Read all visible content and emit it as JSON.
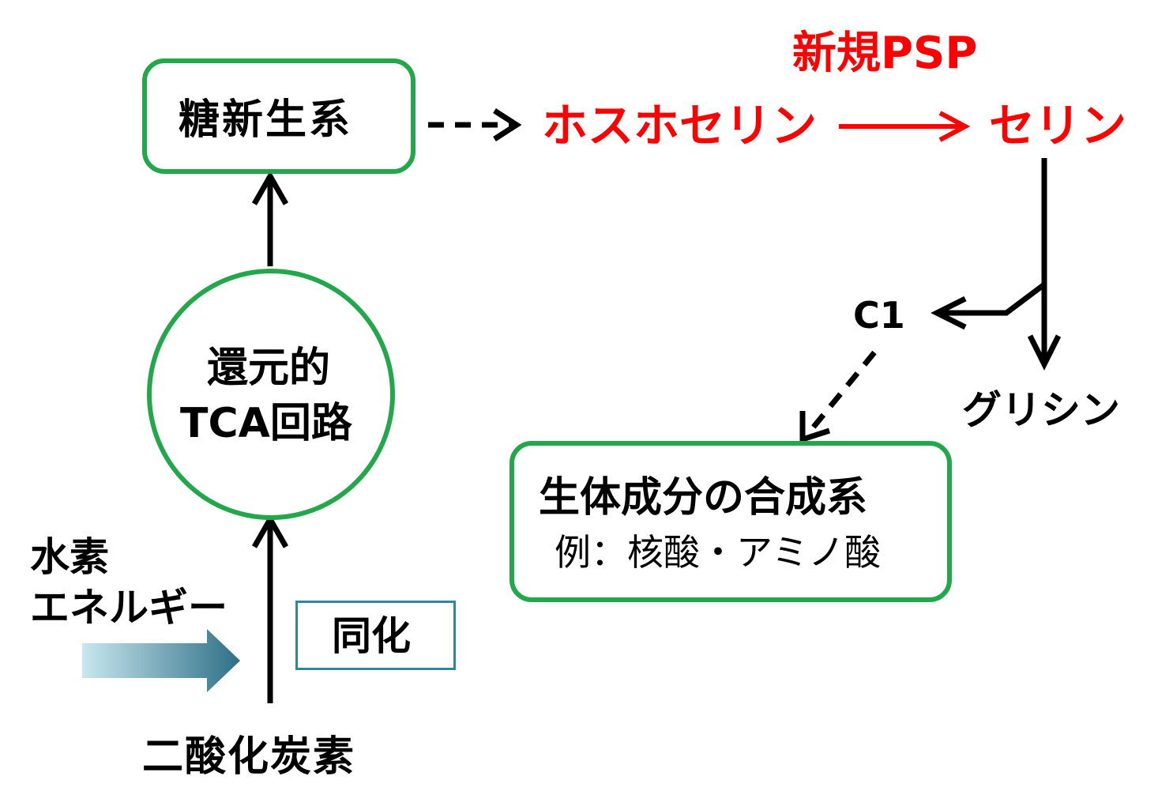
{
  "colors": {
    "node_border": "#22a84a",
    "new_pathway": "#ff0000",
    "assimilation_border": "#31859c",
    "energy_arrow_from": "#c9e7ef",
    "energy_arrow_to": "#2e6f86",
    "text": "#000000"
  },
  "nodes": {
    "gluconeogenesis": "糖新生系",
    "tca_line1": "還元的",
    "tca_line2": "TCA回路",
    "biosynthesis_title": "生体成分の合成系",
    "biosynthesis_example": "例：核酸・アミノ酸",
    "phosphoserine": "ホスホセリン",
    "serine": "セリン",
    "new_psp": "新規PSP",
    "c1": "C1",
    "glycine": "グリシン",
    "hydrogen_line1": "水素",
    "hydrogen_line2": "エネルギー",
    "assimilation": "同化",
    "co2": "二酸化炭素"
  },
  "edges": [
    {
      "from": "二酸化炭素",
      "to": "還元的TCA回路",
      "style": "solid"
    },
    {
      "from": "還元的TCA回路",
      "to": "糖新生系",
      "style": "solid"
    },
    {
      "from": "糖新生系",
      "to": "ホスホセリン",
      "style": "dashed"
    },
    {
      "from": "ホスホセリン",
      "to": "セリン",
      "style": "solid",
      "color": "red",
      "label": "新規PSP"
    },
    {
      "from": "セリン",
      "to": "グリシン",
      "style": "solid"
    },
    {
      "from": "セリン",
      "to": "C1",
      "style": "solid"
    },
    {
      "from": "C1",
      "to": "生体成分の合成系",
      "style": "dashed"
    }
  ]
}
